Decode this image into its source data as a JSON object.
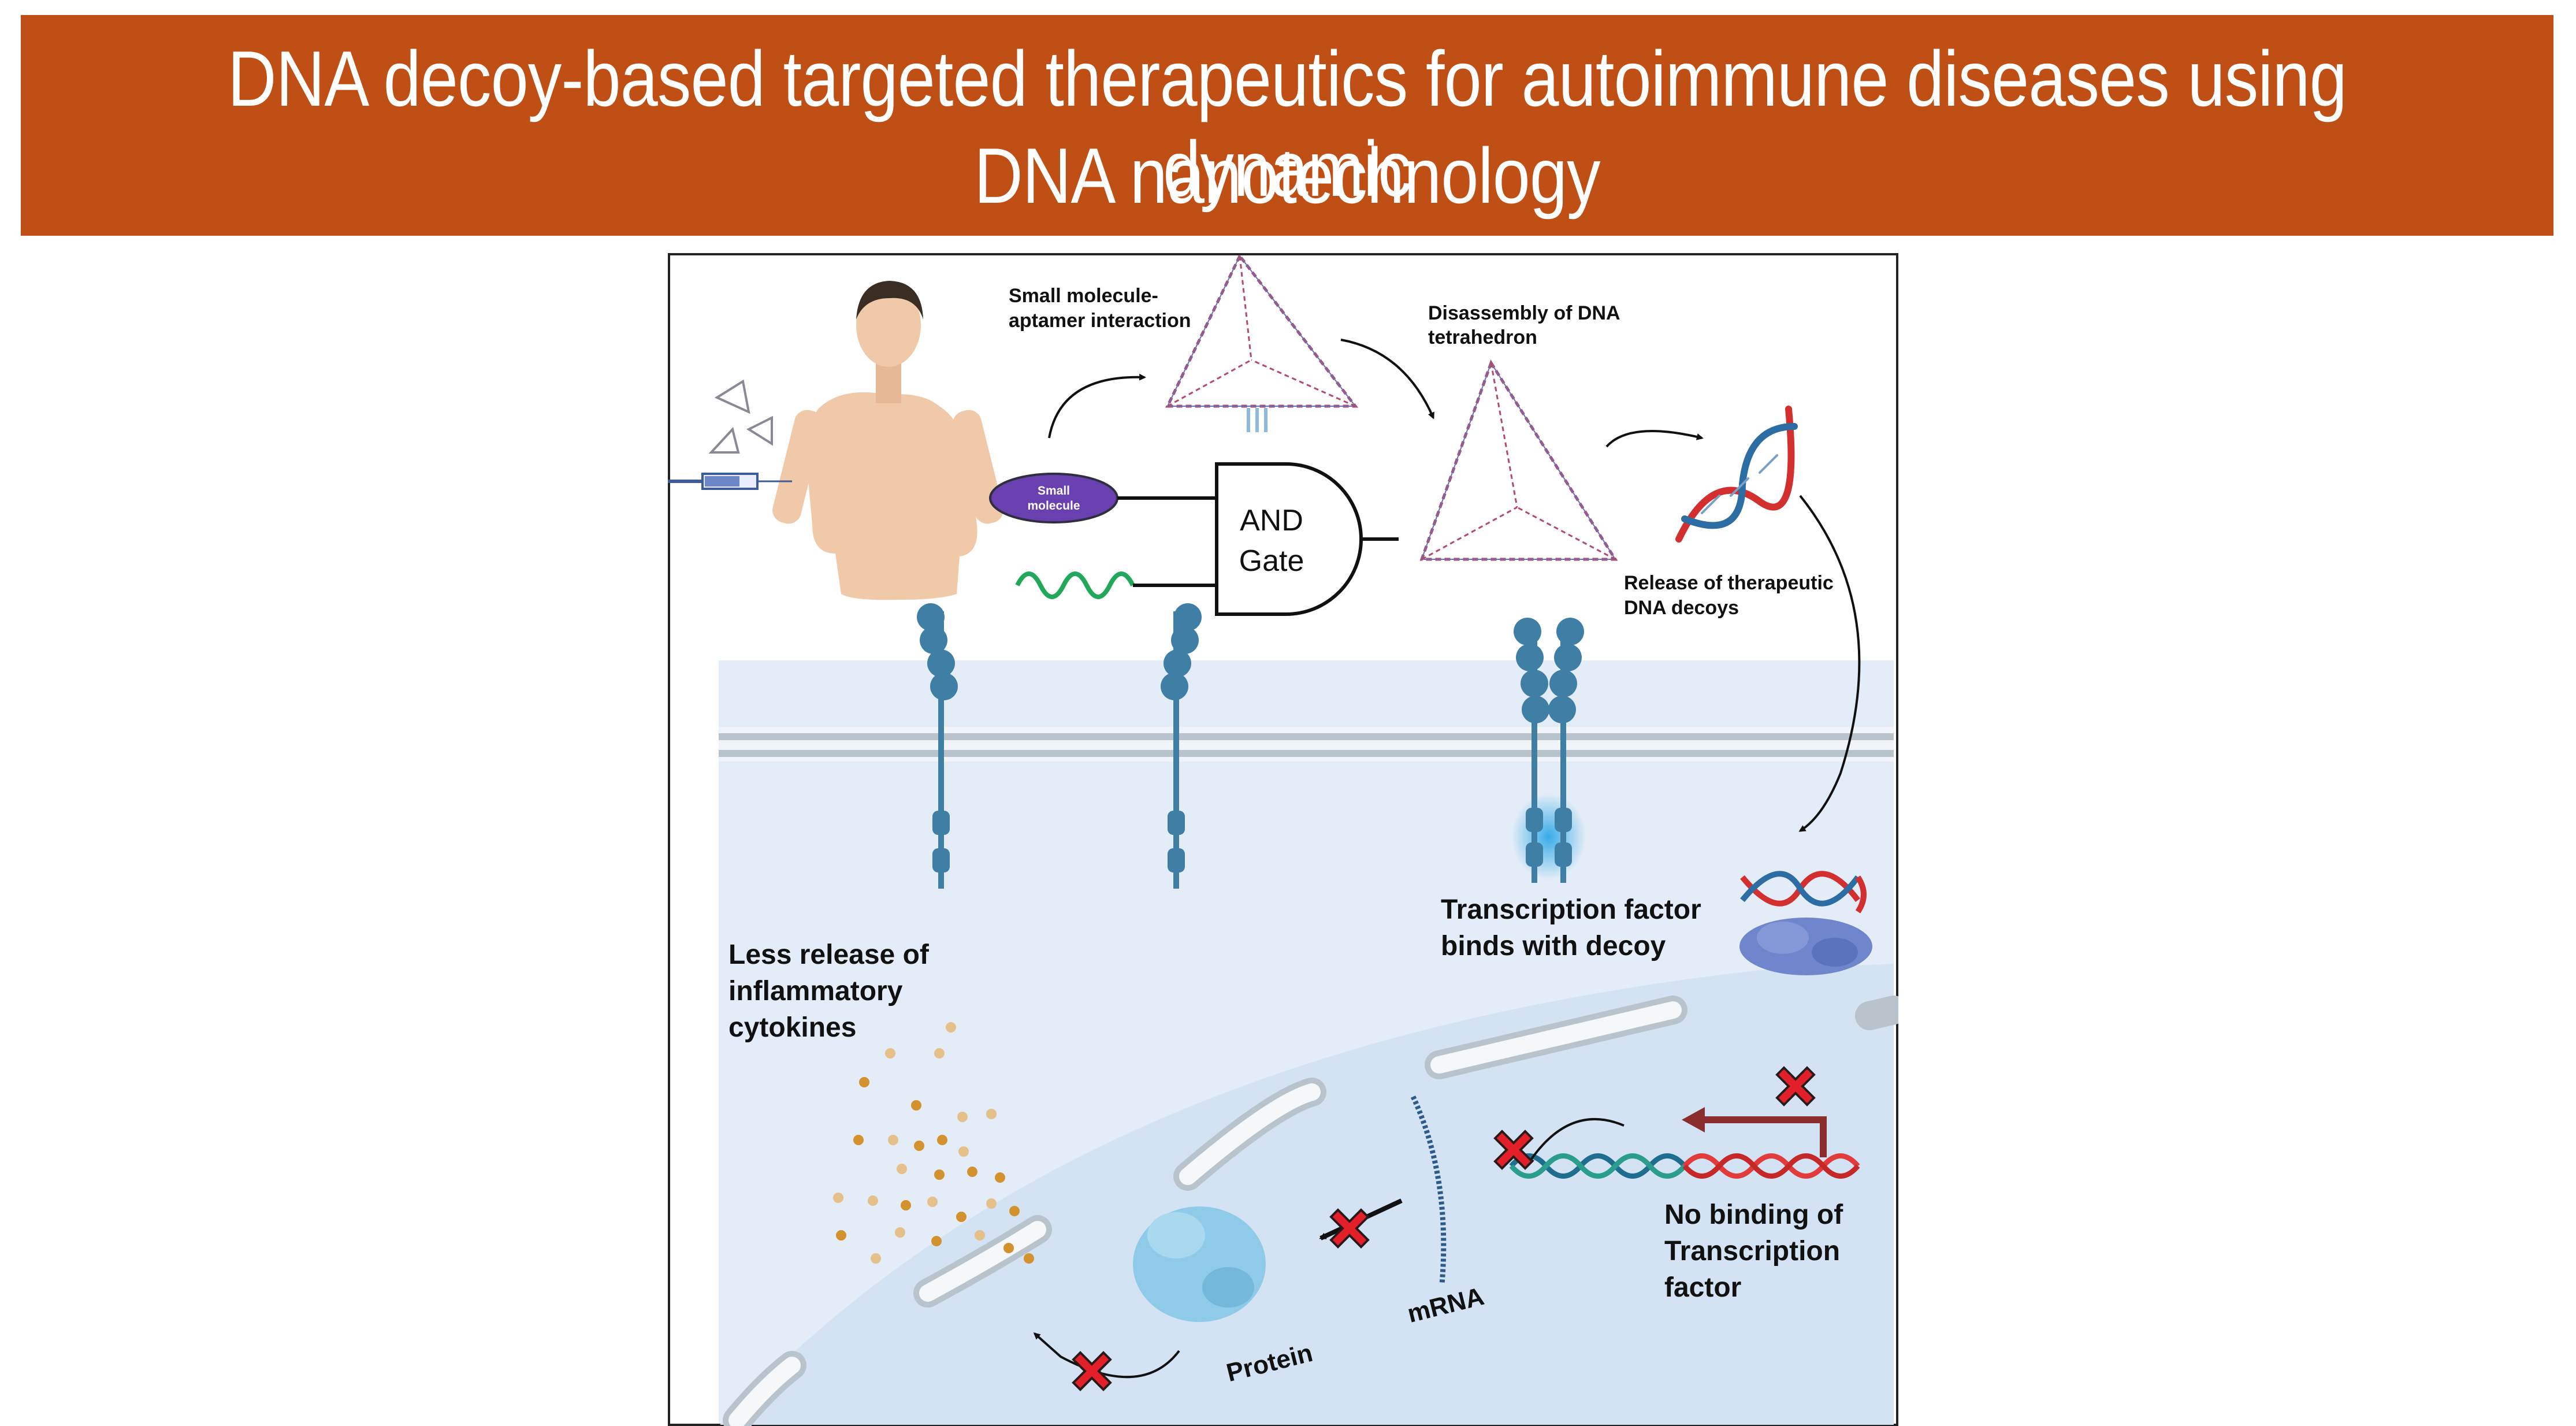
{
  "title": {
    "line1": "DNA decoy-based targeted therapeutics for autoimmune diseases using dynamic",
    "line2": "DNA nanotechnology"
  },
  "colors": {
    "banner": "#c04f15",
    "membrane": "#b9c4cc",
    "cytoplasm": "#e3ecf6",
    "nucleus": "#d4e4f4",
    "receptor": "#3f7fa6",
    "dna_red": "#d32f2f",
    "dna_blue": "#2c6da4",
    "small_molecule": "#6a3fb0",
    "aptamer_green": "#22a85a",
    "cytokine": "#d4922e",
    "protein": "#8fcbe8",
    "block_x": "#e3202a"
  },
  "icons": [
    "person-icon",
    "syringe-icon",
    "tetrahedron-icon",
    "and-gate-icon",
    "dna-helix-icon",
    "receptor-icon",
    "transcription-factor-icon",
    "protein-icon",
    "block-x-icon",
    "cytokine-dot-icon"
  ],
  "labels": {
    "small_molecule_aptamer_line1": "Small molecule-",
    "small_molecule_aptamer_line2": "aptamer interaction",
    "disassembly_line1": "Disassembly of DNA",
    "disassembly_line2": "tetrahedron",
    "small_molecule_line1": "Small",
    "small_molecule_line2": "molecule",
    "and_gate_line1": "AND",
    "and_gate_line2": "Gate",
    "release_line1": "Release of therapeutic",
    "release_line2": "DNA decoys",
    "tf_binds_line1": "Transcription factor",
    "tf_binds_line2": "binds with decoy",
    "less_release_line1": "Less release of",
    "less_release_line2": "inflammatory",
    "less_release_line3": "cytokines",
    "no_binding_line1": "No binding of",
    "no_binding_line2": "Transcription",
    "no_binding_line3": "factor",
    "mrna": "mRNA",
    "protein": "Protein"
  }
}
